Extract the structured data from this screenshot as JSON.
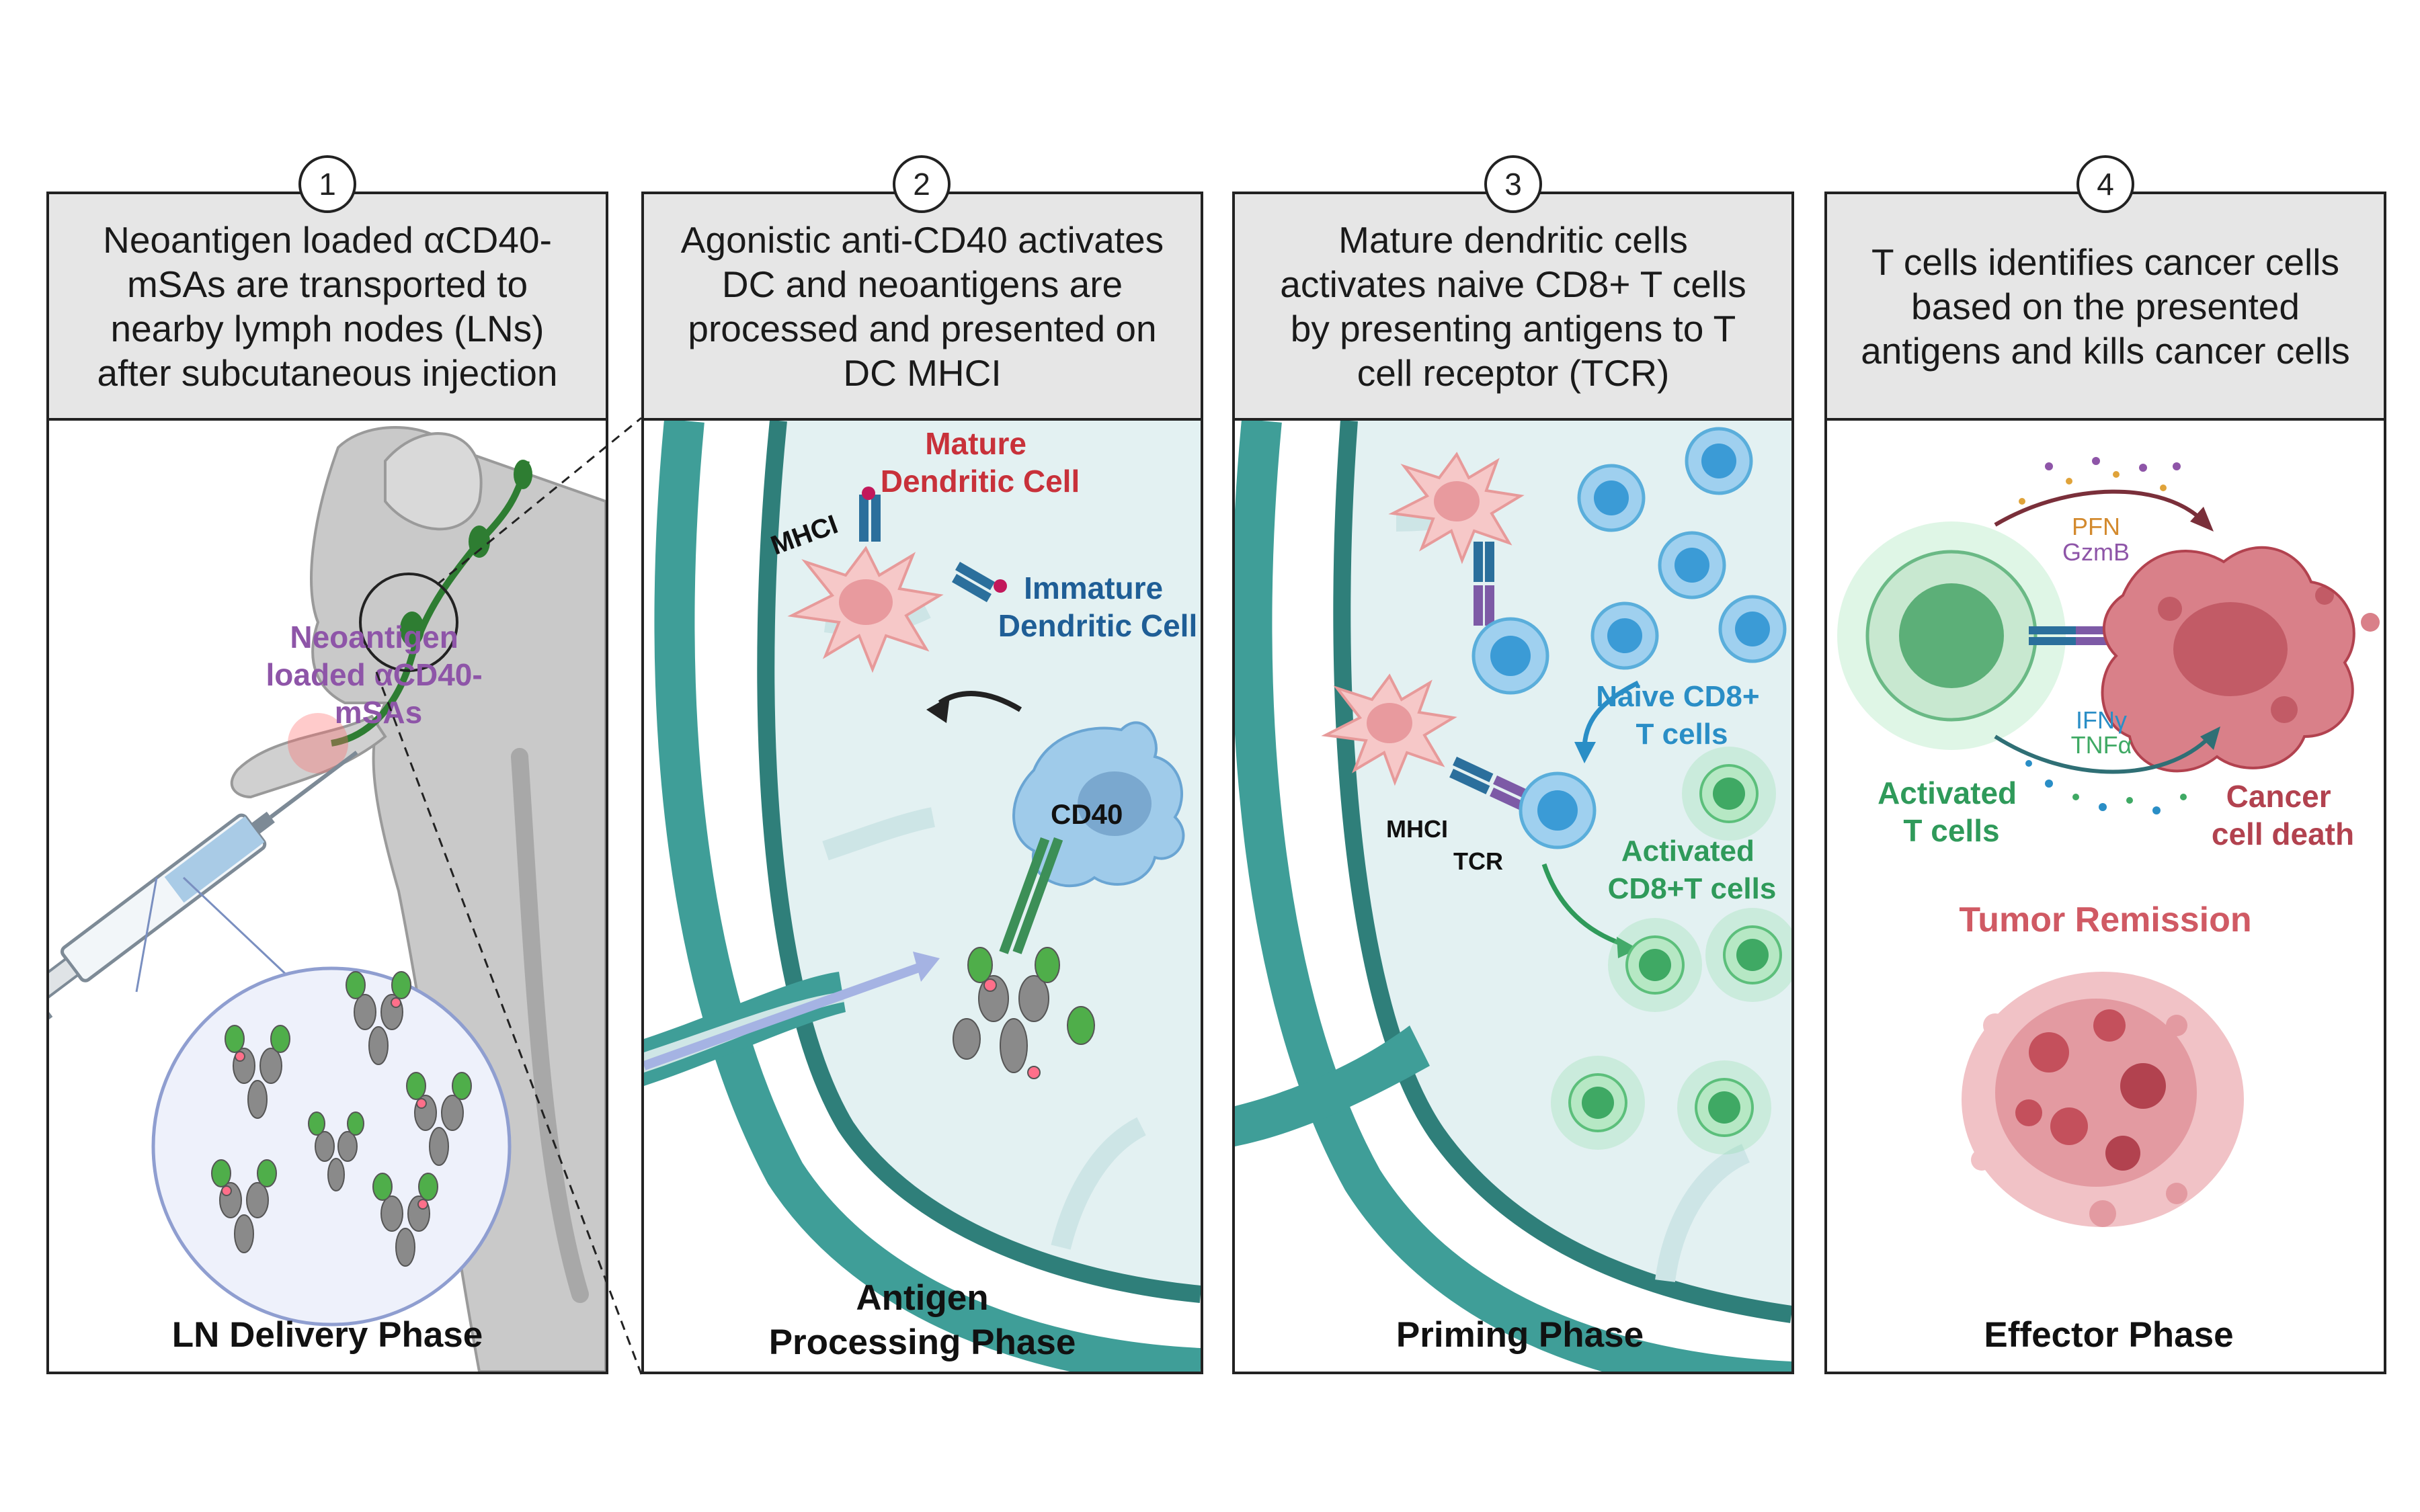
{
  "steps": [
    {
      "num": "1",
      "desc": "Neoantigen loaded αCD40-mSAs are transported to nearby lymph nodes (LNs) after subcutaneous injection",
      "phase": "LN Delivery Phase"
    },
    {
      "num": "2",
      "desc": "Agonistic anti-CD40 activates DC and neoantigens are processed and presented on DC MHCI",
      "phase": "Antigen Processing Phase"
    },
    {
      "num": "3",
      "desc": "Mature dendritic cells activates naive CD8+ T cells by presenting antigens to T cell receptor (TCR)",
      "phase": "Priming Phase"
    },
    {
      "num": "4",
      "desc": "T cells identifies cancer cells based on the presented antigens and kills cancer cells",
      "phase": "Effector Phase"
    }
  ],
  "labels": {
    "neoantigen": [
      "Neoantigen",
      "loaded αCD40-",
      "mSAs"
    ],
    "mature_dc": [
      "Mature",
      "Dendritic Cell"
    ],
    "immature_dc": [
      "Immature",
      "Dendritic Cell"
    ],
    "mhci": "MHCI",
    "cd40": "CD40",
    "tcr": "TCR",
    "naive": [
      "Naive CD8+",
      "T cells"
    ],
    "activated_cd8": [
      "Activated",
      "CD8+T cells"
    ],
    "pfn": "PFN",
    "gzmb": "GzmB",
    "ifng": "IFNγ",
    "tnfa": "TNFα",
    "activated_t": [
      "Activated",
      "T cells"
    ],
    "cancer_death": [
      "Cancer",
      "cell death"
    ],
    "tumor_remission": "Tumor Remission"
  },
  "colors": {
    "teal": "#3f9e98",
    "teal_dark": "#2f7f7a",
    "lymph_bg": "#e3f1f2",
    "mature_red": "#c8313a",
    "immature_blue": "#1f5e96",
    "neo_purple": "#8e55a8",
    "naive_blue": "#2a8ec6",
    "activated_green": "#2f9a5a",
    "cancer_red": "#b2424f"
  }
}
